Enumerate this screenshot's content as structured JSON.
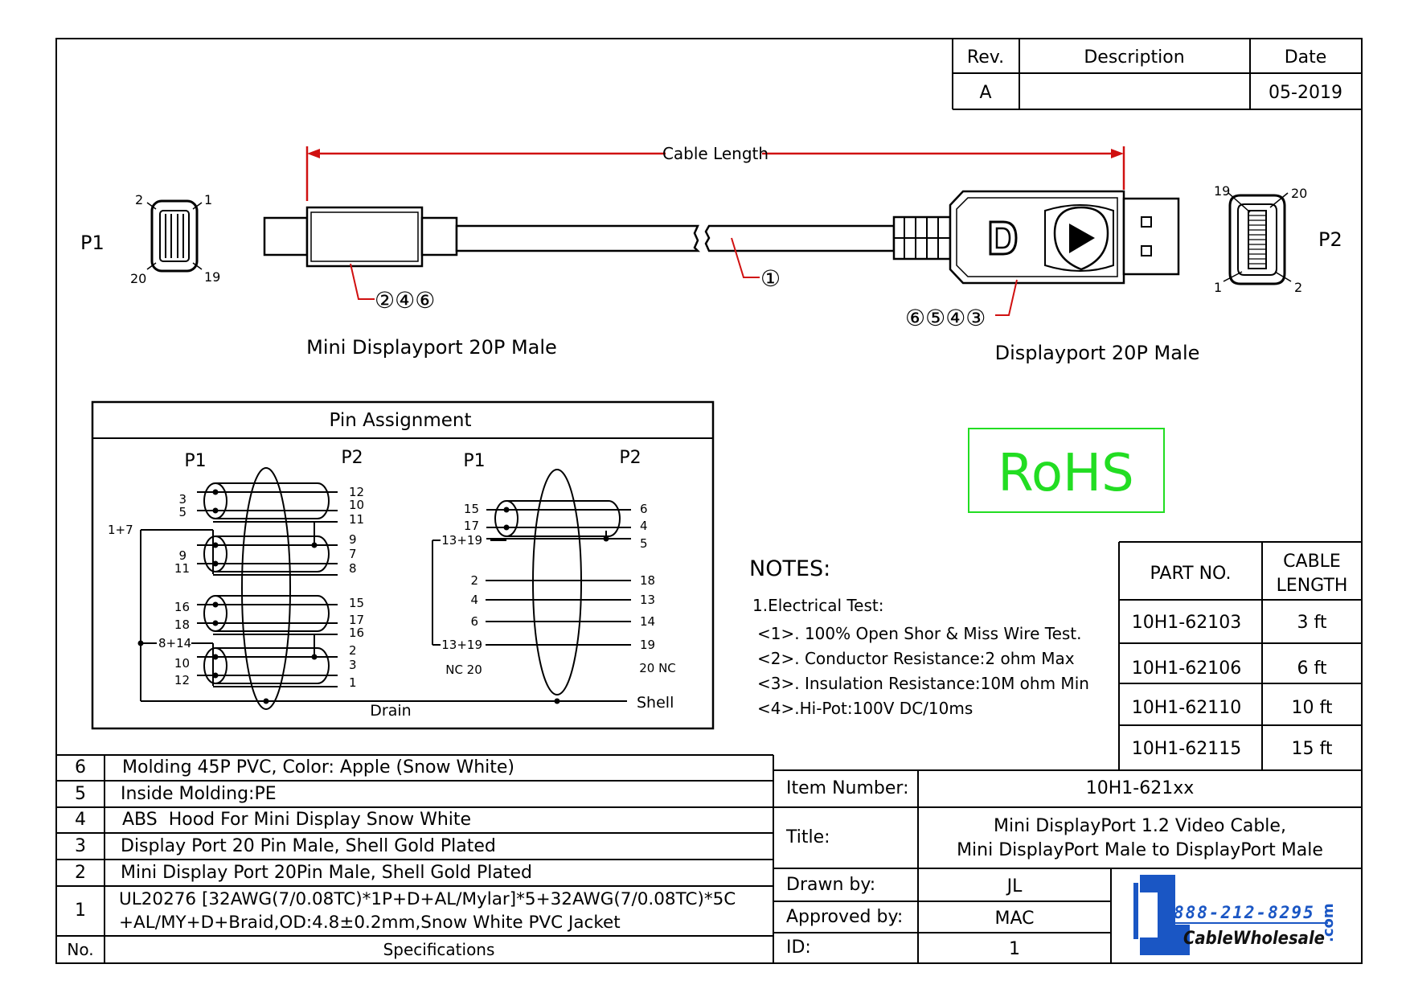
{
  "revision_table": {
    "headers": {
      "rev": "Rev.",
      "description": "Description",
      "date": "Date"
    },
    "row": {
      "rev": "A",
      "description": "",
      "date": "05-2019"
    }
  },
  "cable": {
    "length_label": "Cable Length",
    "p1_label": "P1",
    "p2_label": "P2",
    "p1_name": "Mini Displayport 20P Male",
    "p2_name": "Displayport 20P Male",
    "p1_pins": {
      "top_left": "2",
      "top_right": "1",
      "bottom_left": "20",
      "bottom_right": "19"
    },
    "p2_pins": {
      "top_left": "19",
      "top_right": "20",
      "bottom_left": "1",
      "bottom_right": "2"
    },
    "callouts": {
      "cable": "①",
      "mini_connector": "②④⑥",
      "dp_connector": "⑥⑤④③"
    }
  },
  "pin_assignment": {
    "title": "Pin Assignment",
    "left": {
      "p1": "P1",
      "p2": "P2",
      "left_pins": [
        "3",
        "5",
        "9",
        "11",
        "16",
        "18",
        "10",
        "12"
      ],
      "right_pins": [
        "12",
        "10",
        "11",
        "9",
        "7",
        "8",
        "15",
        "17",
        "16",
        "2",
        "3",
        "1"
      ],
      "joins": [
        "1+7",
        "8+14"
      ],
      "drain": "Drain"
    },
    "right": {
      "p1": "P1",
      "p2": "P2",
      "left_pins": [
        "15",
        "17",
        "13+19",
        "2",
        "4",
        "6",
        "13+19"
      ],
      "right_pins": [
        "6",
        "4",
        "5",
        "18",
        "13",
        "14",
        "19"
      ],
      "nc_left": "NC 20",
      "nc_right": "20 NC",
      "shell": "Shell"
    }
  },
  "rohs": {
    "label": "RoHS",
    "color": "#22dd22"
  },
  "notes": {
    "title": "NOTES:",
    "heading": "1.Electrical Test:",
    "items": [
      "<1>. 100% Open Shor & Miss Wire Test.",
      "<2>. Conductor Resistance:2 ohm Max",
      "<3>. Insulation Resistance:10M ohm Min",
      "<4>.Hi-Pot:100V DC/10ms"
    ]
  },
  "parts_table": {
    "headers": {
      "part": "PART NO.",
      "length_line1": "CABLE",
      "length_line2": "LENGTH"
    },
    "rows": [
      {
        "part": "10H1-62103",
        "length": "3 ft"
      },
      {
        "part": "10H1-62106",
        "length": "6 ft"
      },
      {
        "part": "10H1-62110",
        "length": "10 ft"
      },
      {
        "part": "10H1-62115",
        "length": "15 ft"
      }
    ]
  },
  "spec_table": {
    "rows": [
      {
        "no": "6",
        "spec": "Molding 45P PVC, Color: Apple (Snow White)"
      },
      {
        "no": "5",
        "spec": "Inside Molding:PE"
      },
      {
        "no": "4",
        "spec": "ABS  Hood For Mini Display Snow White"
      },
      {
        "no": "3",
        "spec": "Display Port 20 Pin Male, Shell Gold Plated"
      },
      {
        "no": "2",
        "spec": "Mini Display Port 20Pin Male, Shell Gold Plated"
      },
      {
        "no": "1",
        "spec_line1": "UL20276 [32AWG(7/0.08TC)*1P+D+AL/Mylar]*5+32AWG(7/0.08TC)*5C",
        "spec_line2": "+AL/MY+D+Braid,OD:4.8±0.2mm,Snow White PVC Jacket"
      }
    ],
    "footer": {
      "no": "No.",
      "spec": "Specifications"
    }
  },
  "title_block": {
    "item_number_label": "Item Number:",
    "item_number": "10H1-621xx",
    "title_label": "Title:",
    "title_line1": "Mini DisplayPort 1.2 Video Cable,",
    "title_line2": "Mini DisplayPort Male to DisplayPort Male",
    "drawn_by_label": "Drawn by:",
    "drawn_by": "JL",
    "approved_by_label": "Approved by:",
    "approved_by": "MAC",
    "id_label": "ID:",
    "id": "1"
  },
  "logo": {
    "phone": "888-212-8295",
    "name": "CableWholesale",
    "tld": ".com",
    "color": "#1a56c4"
  }
}
